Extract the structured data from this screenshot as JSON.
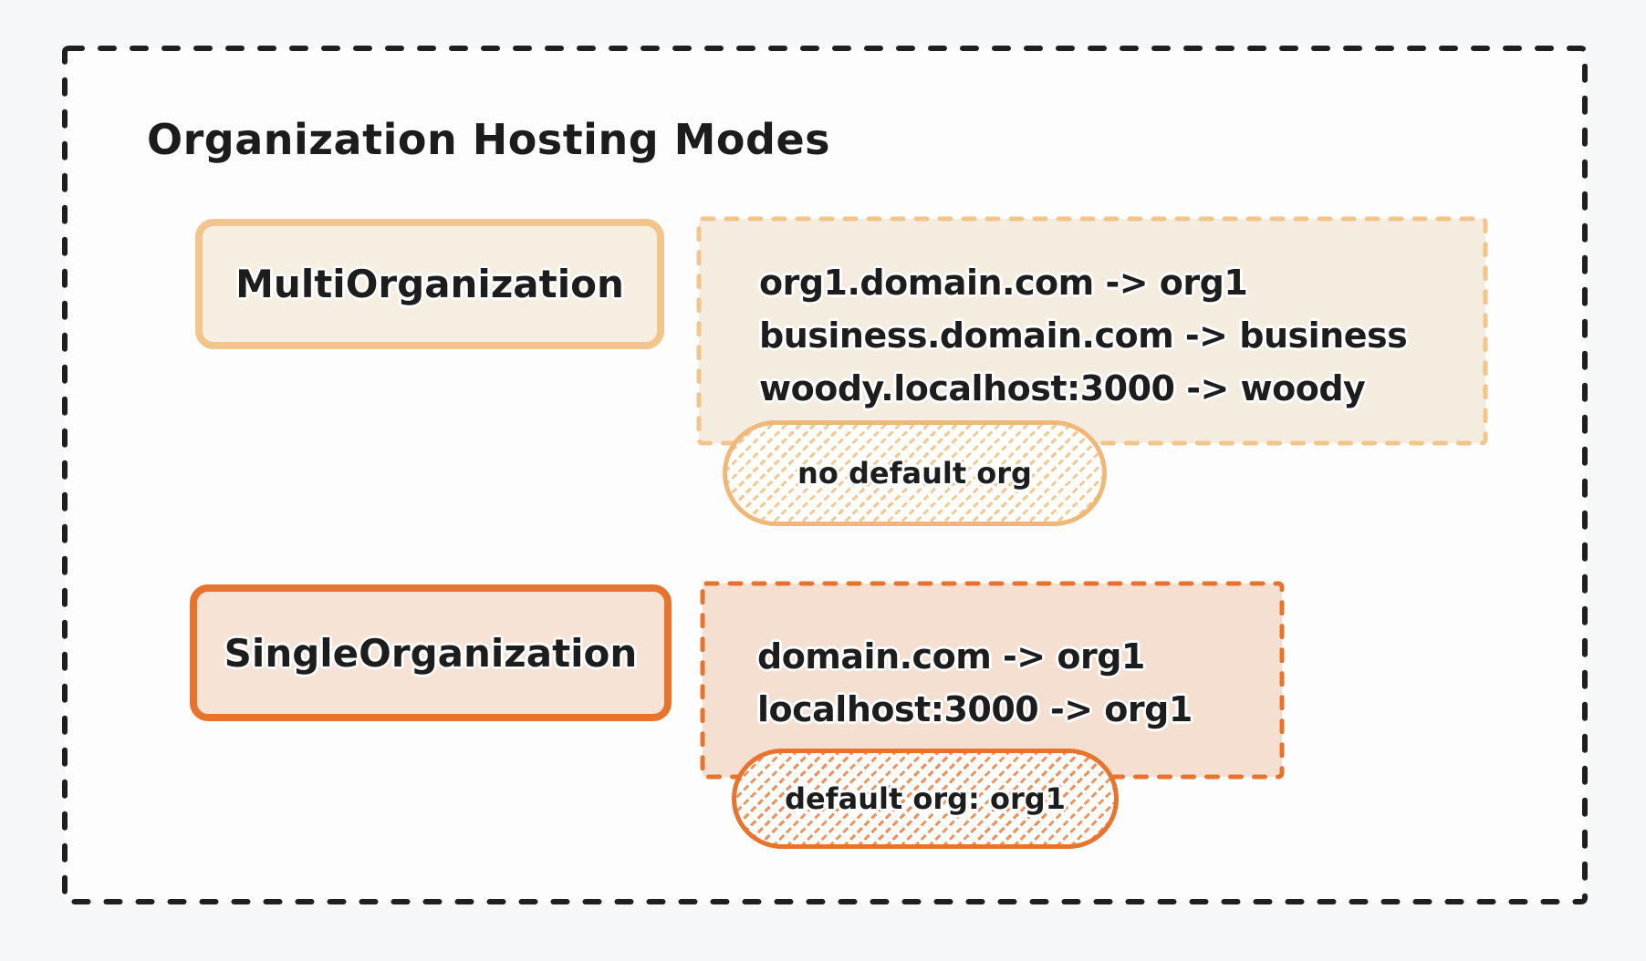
{
  "page": {
    "title": "Organization Hosting Modes"
  },
  "colors": {
    "page_background": "#f6f7f9",
    "canvas_background": "#fdfdfe",
    "frame_stroke": "#1f1f1f",
    "text": "#1d1d1d",
    "multi_accent": "#f2c58b",
    "multi_box_fill": "#f7eee2",
    "multi_mapping_fill": "#f5ece0",
    "single_accent": "#e8732c",
    "single_box_fill": "#f6e3d5",
    "single_mapping_fill": "#f4dfd1"
  },
  "modes": [
    {
      "label": "MultiOrganization",
      "mappings": [
        "org1.domain.com -> org1",
        "business.domain.com -> business",
        "woody.localhost:3000 -> woody"
      ],
      "badge": "no default org"
    },
    {
      "label": "SingleOrganization",
      "mappings": [
        "domain.com -> org1",
        "localhost:3000 -> org1"
      ],
      "badge": "default org: org1"
    }
  ]
}
